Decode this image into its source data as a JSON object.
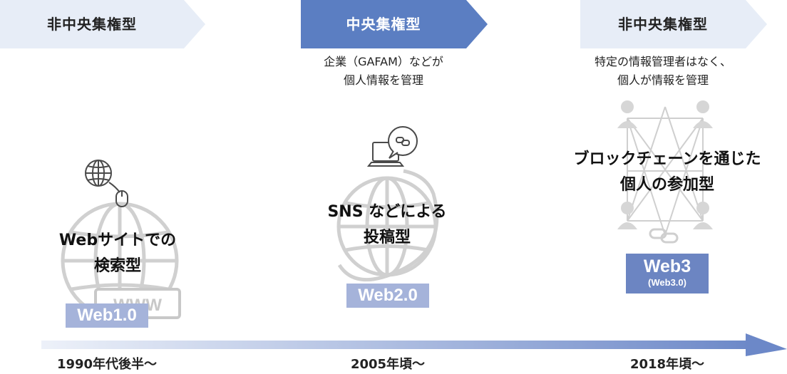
{
  "eras": [
    {
      "chevron_label": "非中央集権型",
      "title_lines": [
        "Webサイトでの",
        "検索型"
      ],
      "badge": "Web1.0",
      "year": "1990年代後半〜"
    },
    {
      "chevron_label": "中央集権型",
      "description_lines": [
        "企業（GAFAM）などが",
        "個人情報を管理"
      ],
      "title_lines": [
        "SNS などによる",
        "投稿型"
      ],
      "badge": "Web2.0",
      "year": "2005年頃〜"
    },
    {
      "chevron_label": "非中央集権型",
      "description_lines": [
        "特定の情報管理者はなく、",
        "個人が情報を管理"
      ],
      "title_lines": [
        "ブロックチェーンを通じた",
        "個人の参加型"
      ],
      "badge": "Web3",
      "badge_sub": "(Web3.0)",
      "year": "2018年頃〜"
    }
  ],
  "www_sign": "WWW",
  "colors": {
    "chevron_light": "#e7edf7",
    "chevron_dark": "#5b7ec2",
    "badge_light": "#a5b3da",
    "badge_dark": "#6c85c2",
    "icon_gray": "#c8c8c8",
    "timeline_start": "#edf1f9",
    "timeline_end": "#6c88c8"
  }
}
